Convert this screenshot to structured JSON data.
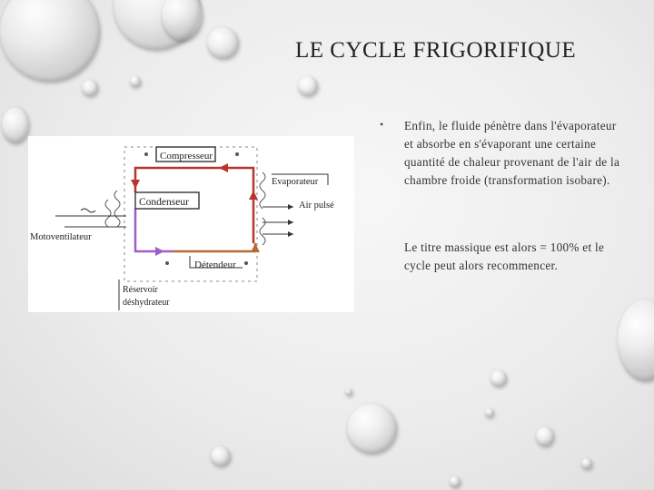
{
  "slide": {
    "title": "LE CYCLE FRIGORIFIQUE",
    "bullet_symbol": "•",
    "paragraph_1": "Enfin, le fluide pénètre dans l'évaporateur et absorbe en s'évaporant une certaine quantité de chaleur provenant de l'air de la chambre froide (transformation isobare).",
    "paragraph_2": "Le titre massique est alors = 100% et le cycle peut alors recommencer."
  },
  "diagram": {
    "labels": {
      "compresseur": "Compresseur",
      "evaporateur": "Evaporateur",
      "air_pulse": "Air pulsé",
      "condenseur": "Condenseur",
      "motoventilateur": "Motoventilateur",
      "detendeur": "Détendeur",
      "reservoir_line1": "Réservoir",
      "reservoir_line2": "déshydrateur"
    },
    "colors": {
      "red_line": "#b8342c",
      "purple_line": "#9e5fc6",
      "brown_line": "#b86a34",
      "frame": "#444444"
    }
  }
}
